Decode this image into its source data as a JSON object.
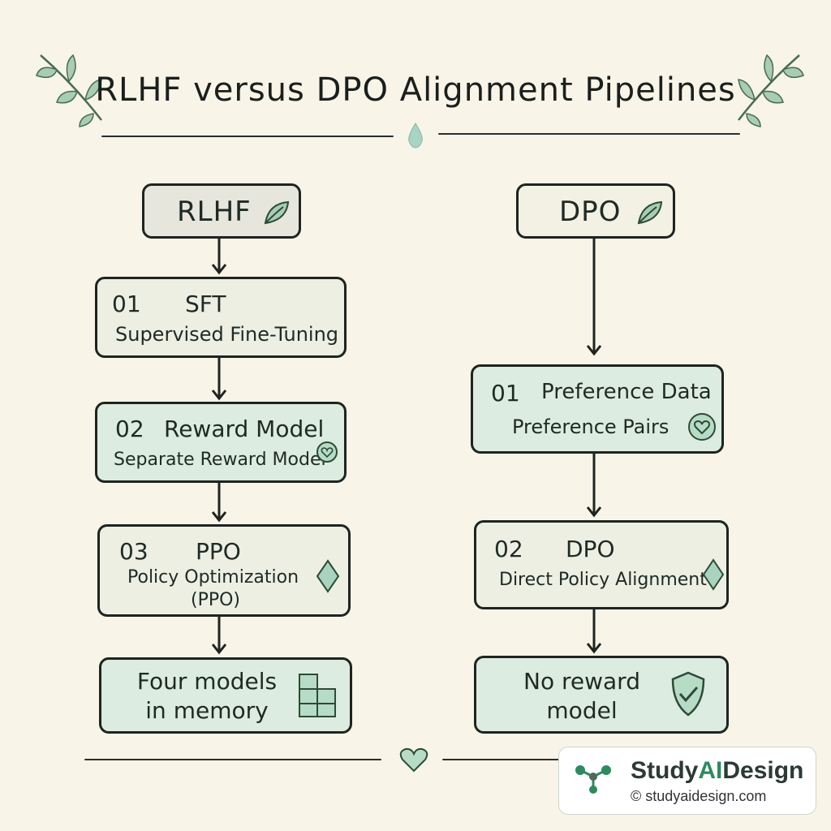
{
  "title": "RLHF versus DPO Alignment Pipelines",
  "rlhf": {
    "header": "RLHF",
    "steps": [
      {
        "num": "01",
        "title": "SFT",
        "sub": "Supervised Fine-Tuning"
      },
      {
        "num": "02",
        "title": "Reward Model",
        "sub": "Separate Reward Model"
      },
      {
        "num": "03",
        "title": "PPO",
        "sub1": "Policy Optimization",
        "sub2": "(PPO)"
      }
    ],
    "result_line1": "Four models",
    "result_line2": "in memory"
  },
  "dpo": {
    "header": "DPO",
    "steps": [
      {
        "num": "01",
        "title": "Preference Data",
        "sub": "Preference Pairs"
      },
      {
        "num": "02",
        "title": "DPO",
        "sub": "Direct Policy Alignment"
      }
    ],
    "result_line1": "No reward",
    "result_line2": "model"
  },
  "watermark": {
    "brand_a": "Study",
    "brand_b": "AI",
    "brand_c": "Design",
    "url": "© studyaidesign.com"
  },
  "colors": {
    "accent": "#2f8a5e",
    "mint": "#dcece0",
    "ink": "#1e2420",
    "paper": "#f8f4e8"
  },
  "icons": [
    "leaf-sprig-icon",
    "leaf-icon",
    "droplet-icon",
    "heart-badge-icon",
    "diamond-icon",
    "stacked-cubes-icon",
    "shield-check-icon",
    "heart-icon",
    "molecule-logo-icon"
  ]
}
